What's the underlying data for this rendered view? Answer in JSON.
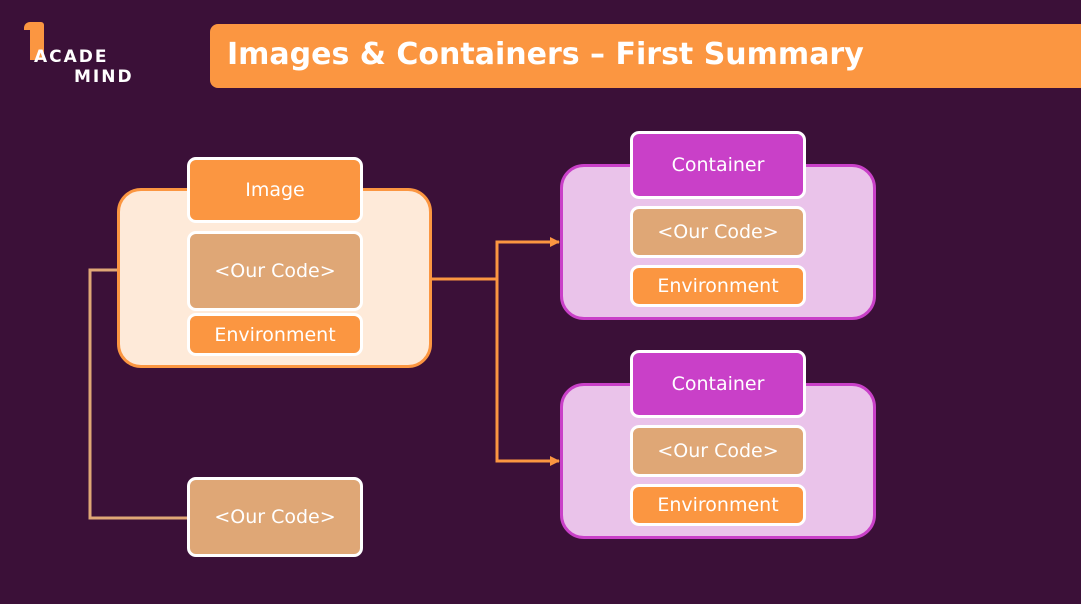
{
  "logo": {
    "line1": "ACADE",
    "line2": "MIND"
  },
  "title": "Images & Containers – First Summary",
  "image_block": {
    "header": "Image",
    "code": "<Our Code>",
    "environment": "Environment"
  },
  "containers": [
    {
      "header": "Container",
      "code": "<Our Code>",
      "environment": "Environment"
    },
    {
      "header": "Container",
      "code": "<Our Code>",
      "environment": "Environment"
    }
  ],
  "source_code": "<Our Code>",
  "colors": {
    "background": "#3b1038",
    "orange": "#fb9641",
    "tan": "#dfa776",
    "magenta": "#c940c8",
    "image_panel": "#feead9",
    "container_panel": "#eac3ea"
  }
}
